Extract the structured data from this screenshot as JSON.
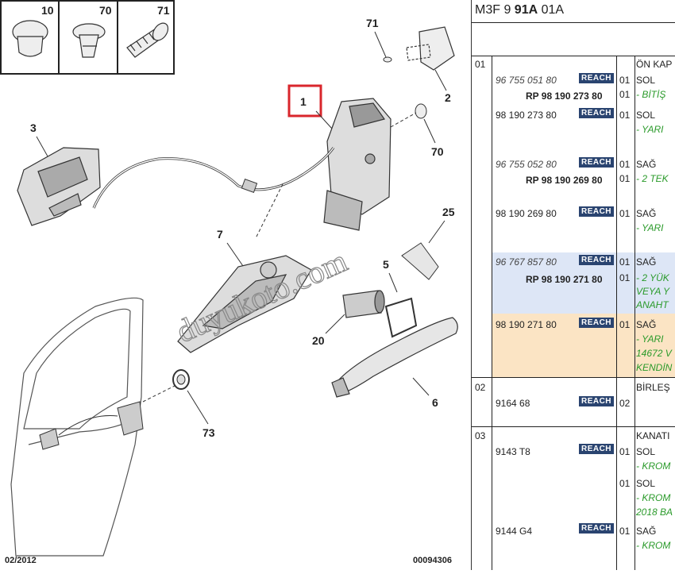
{
  "diagram": {
    "callouts": [
      "10",
      "70",
      "71",
      "71",
      "2",
      "1",
      "3",
      "70",
      "25",
      "7",
      "5",
      "20",
      "6",
      "73"
    ],
    "highlighted_callout": "1",
    "watermark": "duyukoto.com",
    "footer_left": "02/2012",
    "footer_right": "00094306",
    "colors": {
      "highlight": "#d9262c",
      "line": "#333333"
    }
  },
  "panel": {
    "code_prefix": "M3F 9",
    "code_bold": "91A",
    "code_suffix": "01A",
    "sections": [
      {
        "num": "01",
        "heading": "ÖN KAP"
      },
      {
        "num": "02",
        "heading": "BİRLEŞ"
      },
      {
        "num": "03",
        "heading": "KANATI"
      }
    ],
    "badge_label": "REACH",
    "rows": [
      {
        "ref": "96 755 051 80",
        "qty": "01",
        "desc": "SOL"
      },
      {
        "ref": "RP 98 190 273 80",
        "qty": "01",
        "note": "- BİTİŞ"
      },
      {
        "ref": "98 190 273 80",
        "qty": "01",
        "desc": "SOL"
      },
      {
        "note": "- YARI"
      },
      {
        "ref": "96 755 052 80",
        "qty": "01",
        "desc": "SAĞ"
      },
      {
        "ref": "RP 98 190 269 80",
        "qty": "01",
        "note": "- 2 TEK"
      },
      {
        "ref": "98 190 269 80",
        "qty": "01",
        "desc": "SAĞ"
      },
      {
        "note": "- YARI"
      },
      {
        "ref": "96 767 857 80",
        "qty": "01",
        "desc": "SAĞ"
      },
      {
        "ref": "RP 98 190 271 80",
        "qty": "01",
        "note": "- 2 YÜK"
      },
      {
        "note": "VEYA Y"
      },
      {
        "note": "ANAHT"
      },
      {
        "ref": "98 190 271 80",
        "qty": "01",
        "desc": "SAĞ"
      },
      {
        "note": "- YARI"
      },
      {
        "note": "14672 V"
      },
      {
        "note": "KENDİN"
      },
      {
        "ref": "9164 68",
        "qty": "02"
      },
      {
        "ref": "9143 T8",
        "qty": "01",
        "desc": "SOL"
      },
      {
        "note": "- KROM"
      },
      {
        "qty": "01",
        "desc": "SOL"
      },
      {
        "note": "- KROM"
      },
      {
        "note": "2018 BA"
      },
      {
        "ref": "9144 G4",
        "qty": "01",
        "desc": "SAĞ"
      },
      {
        "note": "- KROM"
      }
    ],
    "colors": {
      "row_blue": "#dde6f6",
      "row_orange": "#fbe4c4",
      "badge": "#2a4470",
      "note": "#2a9a2a"
    }
  }
}
